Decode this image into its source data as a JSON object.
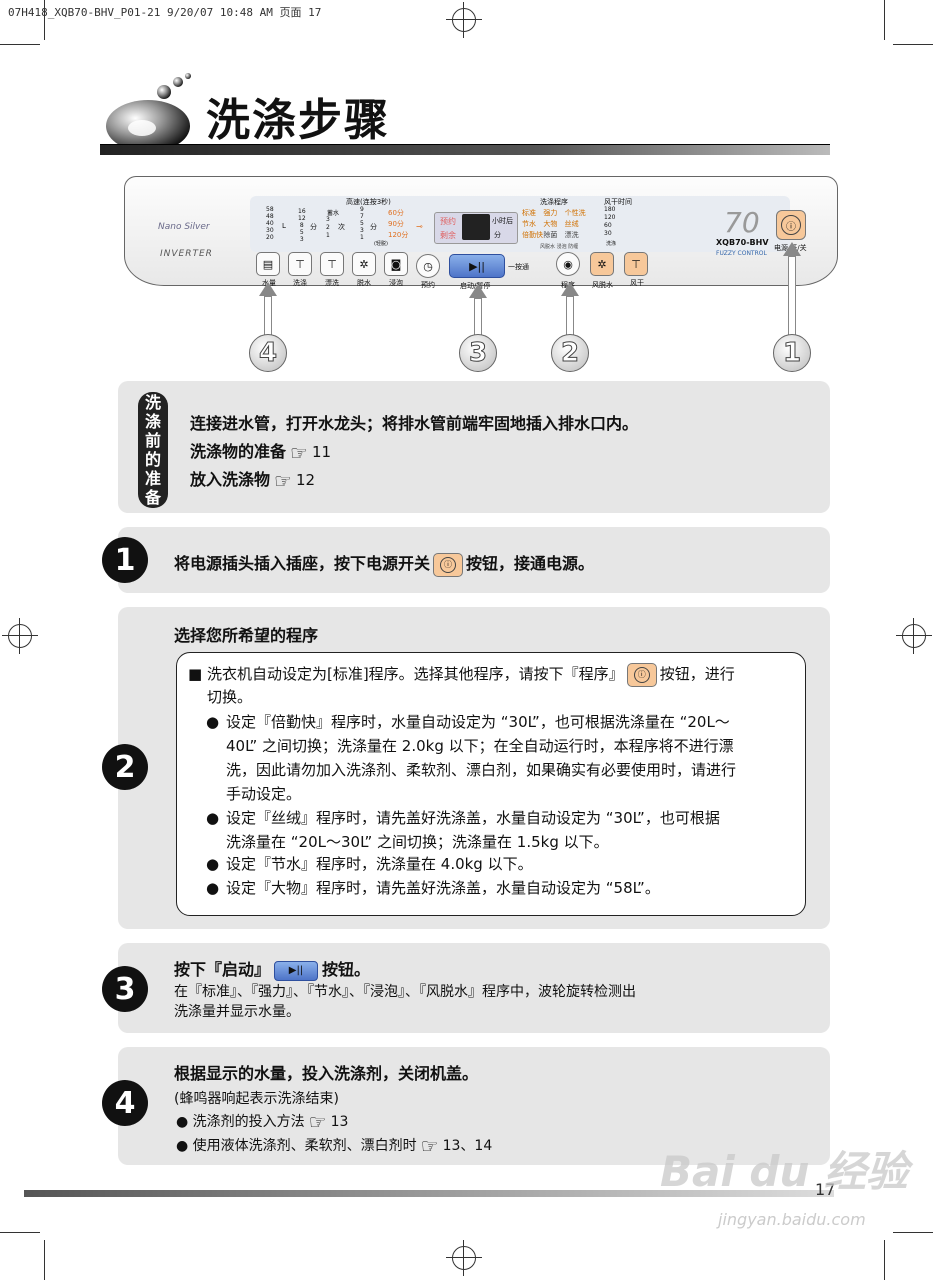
{
  "print_header": "07H418_XQB70-BHV_P01-21  9/20/07  10:48 AM  页面 17",
  "title": "洗涤步骤",
  "panel": {
    "brand": "Nano Silver",
    "inverter": "INVERTER",
    "speed_title": "高速(连按3秒)",
    "program_title": "洗涤程序",
    "dry_title": "风干时间",
    "water_levels": [
      "58",
      "48",
      "40",
      "30",
      "20"
    ],
    "water_unit": "L",
    "wash_times": [
      "16",
      "12",
      "8",
      "5",
      "3"
    ],
    "wash_unit": "分",
    "rinse_times": [
      "3",
      "2",
      "1"
    ],
    "rinse_unit": "次",
    "rinse_mode": "蓄水",
    "spin_times": [
      "9",
      "7",
      "5",
      "3",
      "1"
    ],
    "spin_unit": "分",
    "spin_note": "(轻脱)",
    "soak_times": [
      "60分",
      "90分",
      "120分"
    ],
    "lcd_left_top": "预约",
    "lcd_left_bottom": "剩余",
    "lcd_unit_top": "小时后",
    "lcd_unit_bottom": "分",
    "programs": [
      "标准",
      "强力",
      "个性洗",
      "节水",
      "大物",
      "丝绒",
      "倍勤快",
      "除菌",
      "漂洗",
      "风脱水",
      "浸泡",
      "防缠"
    ],
    "dry_times": [
      "180",
      "120",
      "60",
      "30"
    ],
    "dry_note": "洗涤",
    "model_num": "70",
    "model_code": "XQB70-BHV",
    "fuzzy": "FUZZY CONTROL",
    "button_labels": [
      "水量",
      "洗涤",
      "漂洗",
      "脱水",
      "浸泡",
      "预约",
      "启动/暂停",
      "程序",
      "风脱水",
      "风干"
    ],
    "one_touch": "一按通",
    "power_label": "电源 开/关",
    "power_symbol": "ⓘ",
    "start_symbol": "▶||",
    "callouts": [
      "4",
      "3",
      "2",
      "1"
    ]
  },
  "pre_wash": {
    "label_chars": [
      "洗",
      "涤",
      "前",
      "的",
      "准",
      "备"
    ],
    "line1": "连接进水管，打开水龙头；将排水管前端牢固地插入排水口内。",
    "line2": "洗涤物的准备",
    "line2_ref": "11",
    "line3": "放入洗涤物",
    "line3_ref": "12",
    "hand_icon": "☞"
  },
  "step1": {
    "num": "1",
    "text_a": "将电源插头插入插座，按下电源开关",
    "text_b": "按钮，接通电源。"
  },
  "step2": {
    "num": "2",
    "heading": "选择您所希望的程序",
    "main_bullet": "■",
    "main_a": "洗衣机自动设定为[标准]程序。选择其他程序，请按下『程序』",
    "main_b": "按钮，进行",
    "main_c": "切换。",
    "dot": "●",
    "b1_l1": "设定『倍勤快』程序时，水量自动设定为 “30L”，也可根据洗涤量在 “20L～",
    "b1_l2": "40L” 之间切换；洗涤量在 2.0kg 以下；在全自动运行时，本程序将不进行漂",
    "b1_l3": "洗，因此请勿加入洗涤剂、柔软剂、漂白剂，如果确实有必要使用时，请进行",
    "b1_l4": "手动设定。",
    "b2_l1": "设定『丝绒』程序时，请先盖好洗涤盖，水量自动设定为 “30L”，也可根据",
    "b2_l2": "洗涤量在 “20L～30L” 之间切换；洗涤量在 1.5kg 以下。",
    "b3": "设定『节水』程序时，洗涤量在 4.0kg 以下。",
    "b4": "设定『大物』程序时，请先盖好洗涤盖，水量自动设定为 “58L”。"
  },
  "step3": {
    "num": "3",
    "text_a": "按下『启动』",
    "text_b": "按钮。",
    "desc_l1": "在『标准』、『强力』、『节水』、『浸泡』、『风脱水』程序中，波轮旋转检测出",
    "desc_l2": "洗涤量并显示水量。"
  },
  "step4": {
    "num": "4",
    "heading": "根据显示的水量，投入洗涤剂，关闭机盖。",
    "note": "(蜂鸣器响起表示洗涤结束)",
    "item1": "洗涤剂的投入方法",
    "item1_ref": "13",
    "item2": "使用液体洗涤剂、柔软剂、漂白剂时",
    "item2_ref": "13、14"
  },
  "page_number": "17",
  "watermark": "Bai du 经验",
  "watermark_url": "jingyan.baidu.com"
}
